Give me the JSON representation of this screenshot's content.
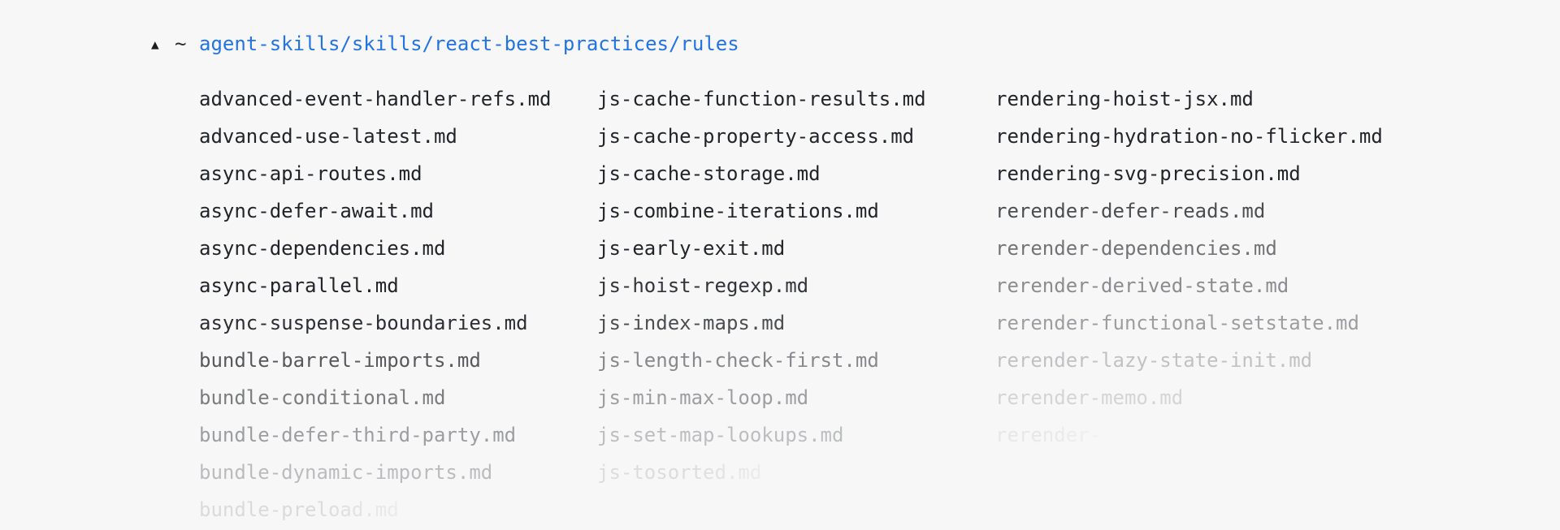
{
  "colors": {
    "background": "#f7f7f8",
    "text": "#212428",
    "path_link": "#2273e3",
    "marker": "#1a1c1f"
  },
  "header": {
    "collapse_marker": "▲",
    "home_symbol": "~",
    "path": "agent-skills/skills/react-best-practices/rules"
  },
  "listing": {
    "columns": [
      {
        "items": [
          {
            "label": "advanced-event-handler-refs.md",
            "opacity": 1
          },
          {
            "label": "advanced-use-latest.md",
            "opacity": 1
          },
          {
            "label": "async-api-routes.md",
            "opacity": 1
          },
          {
            "label": "async-defer-await.md",
            "opacity": 1
          },
          {
            "label": "async-dependencies.md",
            "opacity": 1
          },
          {
            "label": "async-parallel.md",
            "opacity": 1
          },
          {
            "label": "async-suspense-boundaries.md",
            "opacity": 0.95
          },
          {
            "label": "bundle-barrel-imports.md",
            "opacity": 0.75
          },
          {
            "label": "bundle-conditional.md",
            "opacity": 0.58
          },
          {
            "label": "bundle-defer-third-party.md",
            "opacity": 0.42
          },
          {
            "label": "bundle-dynamic-imports.md",
            "opacity": 0.28
          },
          {
            "label": "bundle-preload.md",
            "opacity": 0.13,
            "fade": [
              150,
              310
            ]
          }
        ]
      },
      {
        "items": [
          {
            "label": "js-cache-function-results.md",
            "opacity": 1
          },
          {
            "label": "js-cache-property-access.md",
            "opacity": 1
          },
          {
            "label": "js-cache-storage.md",
            "opacity": 1
          },
          {
            "label": "js-combine-iterations.md",
            "opacity": 1
          },
          {
            "label": "js-early-exit.md",
            "opacity": 1
          },
          {
            "label": "js-hoist-regexp.md",
            "opacity": 0.92
          },
          {
            "label": "js-index-maps.md",
            "opacity": 0.8
          },
          {
            "label": "js-length-check-first.md",
            "opacity": 0.52
          },
          {
            "label": "js-min-max-loop.md",
            "opacity": 0.42
          },
          {
            "label": "js-set-map-lookups.md",
            "opacity": 0.27
          },
          {
            "label": "js-tosorted.md",
            "opacity": 0.12,
            "fade": [
              120,
              260
            ],
            "truncated": true
          }
        ]
      },
      {
        "items": [
          {
            "label": "rendering-hoist-jsx.md",
            "opacity": 1
          },
          {
            "label": "rendering-hydration-no-flicker.md",
            "opacity": 1
          },
          {
            "label": "rendering-svg-precision.md",
            "opacity": 1
          },
          {
            "label": "rerender-defer-reads.md",
            "opacity": 0.8
          },
          {
            "label": "rerender-dependencies.md",
            "opacity": 0.62
          },
          {
            "label": "rerender-derived-state.md",
            "opacity": 0.5
          },
          {
            "label": "rerender-functional-setstate.md",
            "opacity": 0.42
          },
          {
            "label": "rerender-lazy-state-init.md",
            "opacity": 0.25
          },
          {
            "label": "rerender-memo.md",
            "opacity": 0.16
          },
          {
            "label": "rerender-",
            "opacity": 0.07,
            "fade": [
              60,
              170
            ],
            "truncated": true
          }
        ]
      }
    ]
  }
}
